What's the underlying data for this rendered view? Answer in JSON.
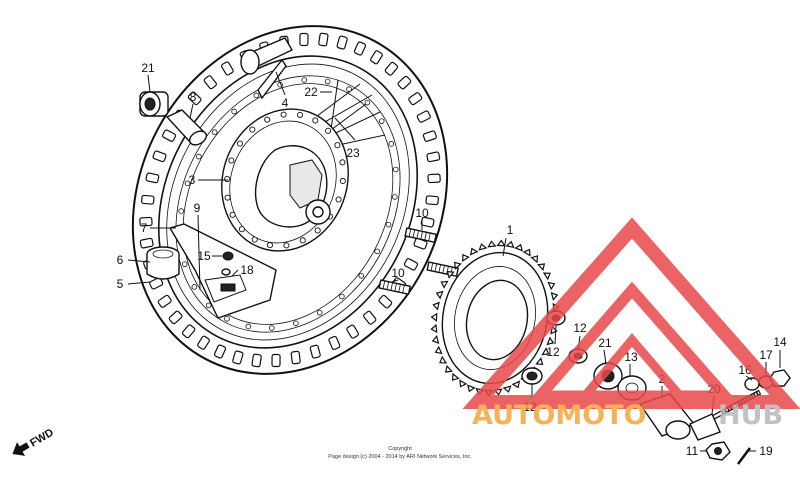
{
  "callouts": [
    {
      "id": "c1",
      "text": "1"
    },
    {
      "id": "c2",
      "text": "2"
    },
    {
      "id": "c3",
      "text": "3"
    },
    {
      "id": "c4",
      "text": "4"
    },
    {
      "id": "c5",
      "text": "5"
    },
    {
      "id": "c6",
      "text": "6"
    },
    {
      "id": "c7",
      "text": "7"
    },
    {
      "id": "c8",
      "text": "8"
    },
    {
      "id": "c9",
      "text": "9"
    },
    {
      "id": "c10a",
      "text": "10"
    },
    {
      "id": "c10b",
      "text": "10"
    },
    {
      "id": "c11",
      "text": "11"
    },
    {
      "id": "c12a",
      "text": "12"
    },
    {
      "id": "c12b",
      "text": "12"
    },
    {
      "id": "c12c",
      "text": "12"
    },
    {
      "id": "c13",
      "text": "13"
    },
    {
      "id": "c14",
      "text": "14"
    },
    {
      "id": "c15",
      "text": "15"
    },
    {
      "id": "c16",
      "text": "16"
    },
    {
      "id": "c17",
      "text": "17"
    },
    {
      "id": "c18",
      "text": "18"
    },
    {
      "id": "c19",
      "text": "19"
    },
    {
      "id": "c20",
      "text": "20"
    },
    {
      "id": "c21a",
      "text": "21"
    },
    {
      "id": "c21b",
      "text": "21"
    },
    {
      "id": "c22",
      "text": "22"
    },
    {
      "id": "c23",
      "text": "23"
    }
  ],
  "direction_label": "FWD",
  "copyright": {
    "line1": "Copyright",
    "line2": "Page design (c) 2004 - 2014 by ARI Network Services, Inc."
  },
  "watermark": {
    "text_orange": "AUTOMOTO",
    "text_gray": "HUB",
    "color_red": "#e8484a",
    "color_orange": "#f4a53c",
    "color_gray": "#b8b8b8"
  }
}
